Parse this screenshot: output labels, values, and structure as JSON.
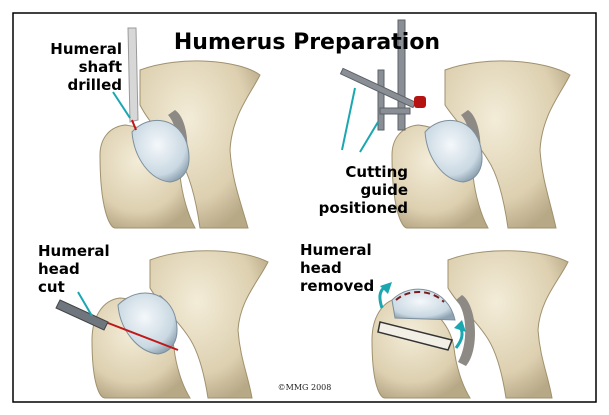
{
  "title": "Humerus Preparation",
  "panels": [
    {
      "label": "Humeral\nshaft\ndrilled"
    },
    {
      "label": "Cutting\nguide\npositioned"
    },
    {
      "label": "Humeral\nhead\ncut"
    },
    {
      "label": "Humeral\nhead\nremoved"
    }
  ],
  "copyright": "©MMG 2008",
  "colors": {
    "bone": "#e3d8bc",
    "bone_shadow": "#b8ab8a",
    "cartilage": "#cfdde6",
    "pointer": "#1aa7b0",
    "cut_line": "#c01818",
    "guide": "#8a8f96"
  }
}
